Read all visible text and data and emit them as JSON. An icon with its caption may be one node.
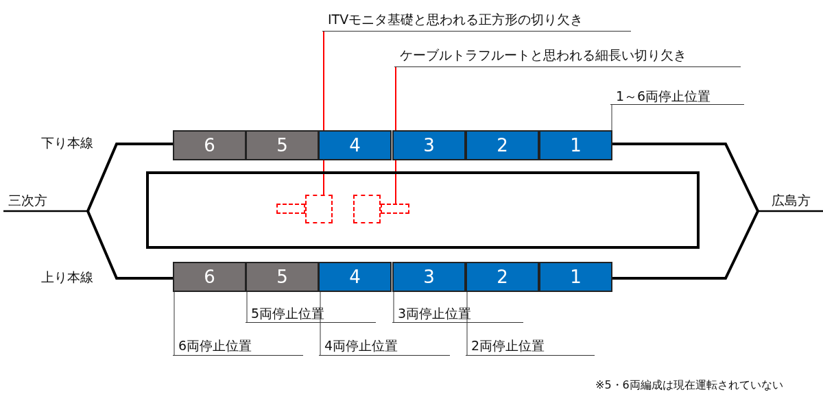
{
  "diagram": {
    "nodes": [
      {
        "text": [
          "ITVモニタ基礎と思われる正方形の切り欠き"
        ]
      },
      {
        "text": [
          "ケーブルトラフルートと思われる細長い切り欠き"
        ]
      },
      {
        "text": [
          "1～6両停止位置"
        ]
      },
      {
        "text": [
          "6"
        ]
      },
      {
        "text": [
          "5"
        ]
      },
      {
        "text": [
          "4"
        ]
      },
      {
        "text": [
          "3"
        ]
      },
      {
        "text": [
          "2"
        ]
      },
      {
        "text": [
          "1"
        ]
      },
      {
        "text": [],
        "shape": "box"
      },
      {
        "text": [],
        "shape": "box",
        "in": 9
      },
      {
        "text": [],
        "shape": "box",
        "in": 9
      },
      {
        "text": [],
        "shape": "box",
        "in": 9
      },
      {
        "text": [],
        "shape": "box",
        "in": 9
      },
      {
        "text": [
          "6"
        ]
      },
      {
        "text": [
          "5"
        ]
      },
      {
        "text": [
          "4"
        ]
      },
      {
        "text": [
          "3"
        ]
      },
      {
        "text": [
          "2"
        ]
      },
      {
        "text": [
          "1"
        ]
      },
      {
        "text": [
          "5両停止位置"
        ]
      },
      {
        "text": [
          "3両停止位置"
        ]
      },
      {
        "text": [
          "6両停止位置"
        ]
      },
      {
        "text": [
          "4両停止位置"
        ]
      },
      {
        "text": [
          "2両停止位置"
        ]
      }
    ],
    "edges": [
      {
        "from": 0,
        "to": 11,
        "arrow": "none",
        "color": "#ff0000"
      },
      {
        "from": 1,
        "to": 13,
        "arrow": "none",
        "color": "#ff0000"
      },
      {
        "from": 2,
        "to": 8,
        "arrow": "none"
      },
      {
        "from": 20,
        "to": 15,
        "arrow": "none"
      },
      {
        "from": 21,
        "to": 17,
        "arrow": "none"
      },
      {
        "from": 22,
        "to": 14,
        "arrow": "none"
      },
      {
        "from": 23,
        "to": 16,
        "arrow": "none"
      },
      {
        "from": 24,
        "to": 18,
        "arrow": "none"
      },
      {
        "from": 3,
        "to": 14,
        "arrow": "none",
        "style": "thick"
      },
      {
        "from": 8,
        "to": 19,
        "arrow": "none",
        "style": "thick"
      }
    ],
    "labels": [
      "下り本線",
      "三次方",
      "広島方",
      "上り本線",
      "※5・6両編成は現在運転されていない"
    ]
  }
}
